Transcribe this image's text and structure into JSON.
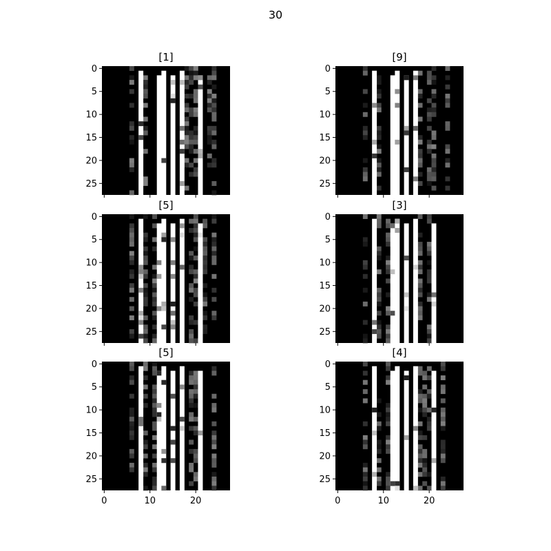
{
  "chart_data": {
    "type": "heatmap",
    "title": "30",
    "colormap": "gray",
    "layout": {
      "rows": 3,
      "cols": 2
    },
    "shared_x_ticks": [
      0,
      10,
      20
    ],
    "y_ticks": [
      0,
      5,
      10,
      15,
      20,
      25
    ],
    "image_size": [
      28,
      28
    ],
    "panels": [
      {
        "title": "[1]",
        "white_columns": [
          8,
          12,
          13,
          15,
          17,
          21
        ],
        "faint_columns": [
          6,
          9,
          18,
          19,
          20,
          23,
          24
        ]
      },
      {
        "title": "[9]",
        "white_columns": [
          8,
          12,
          13,
          15,
          17
        ],
        "faint_columns": [
          6,
          9,
          18,
          20,
          21,
          24
        ]
      },
      {
        "title": "[5]",
        "white_columns": [
          8,
          12,
          13,
          15,
          17,
          21
        ],
        "faint_columns": [
          6,
          9,
          11,
          19,
          20,
          22,
          24
        ]
      },
      {
        "title": "[3]",
        "white_columns": [
          8,
          12,
          13,
          15,
          17,
          21
        ],
        "faint_columns": [
          6,
          9,
          11,
          18,
          20
        ]
      },
      {
        "title": "[5]",
        "white_columns": [
          8,
          12,
          13,
          15,
          17,
          21
        ],
        "faint_columns": [
          6,
          9,
          11,
          19,
          20,
          24
        ]
      },
      {
        "title": "[4]",
        "white_columns": [
          8,
          12,
          13,
          15,
          17,
          21
        ],
        "faint_columns": [
          6,
          9,
          11,
          18,
          19,
          20,
          23
        ]
      }
    ]
  }
}
